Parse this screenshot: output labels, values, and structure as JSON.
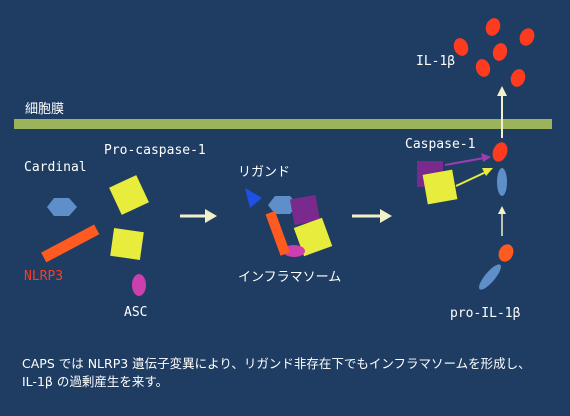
{
  "labels": {
    "membrane": "細胞膜",
    "il1b": "IL-1β",
    "cardinal": "Cardinal",
    "pro_caspase": "Pro-caspase-1",
    "nlrp3": "NLRP3",
    "asc": "ASC",
    "ligand": "リガンド",
    "inflammasome": "インフラマソーム",
    "caspase": "Caspase-1",
    "pro_il1b": "pro-IL-1β"
  },
  "caption": {
    "line1": "CAPS では NLRP3 遺伝子変異により、リガンド非存在下でもインフラマソームを形成し、",
    "line2": "IL-1β の過剰産生を来す。"
  },
  "colors": {
    "background": "#1f3d63",
    "membrane": "#9bb35a",
    "il1b_red": "#ff3b1f",
    "cardinal_blue": "#5f8fc9",
    "procaspase_yellow": "#e8ec3c",
    "nlrp3_orange": "#ff5a1f",
    "asc_magenta": "#cc3fae",
    "ligand_blue": "#1f50e6",
    "purple": "#7a2a8c",
    "arrow_cream": "#f2f0c8"
  }
}
